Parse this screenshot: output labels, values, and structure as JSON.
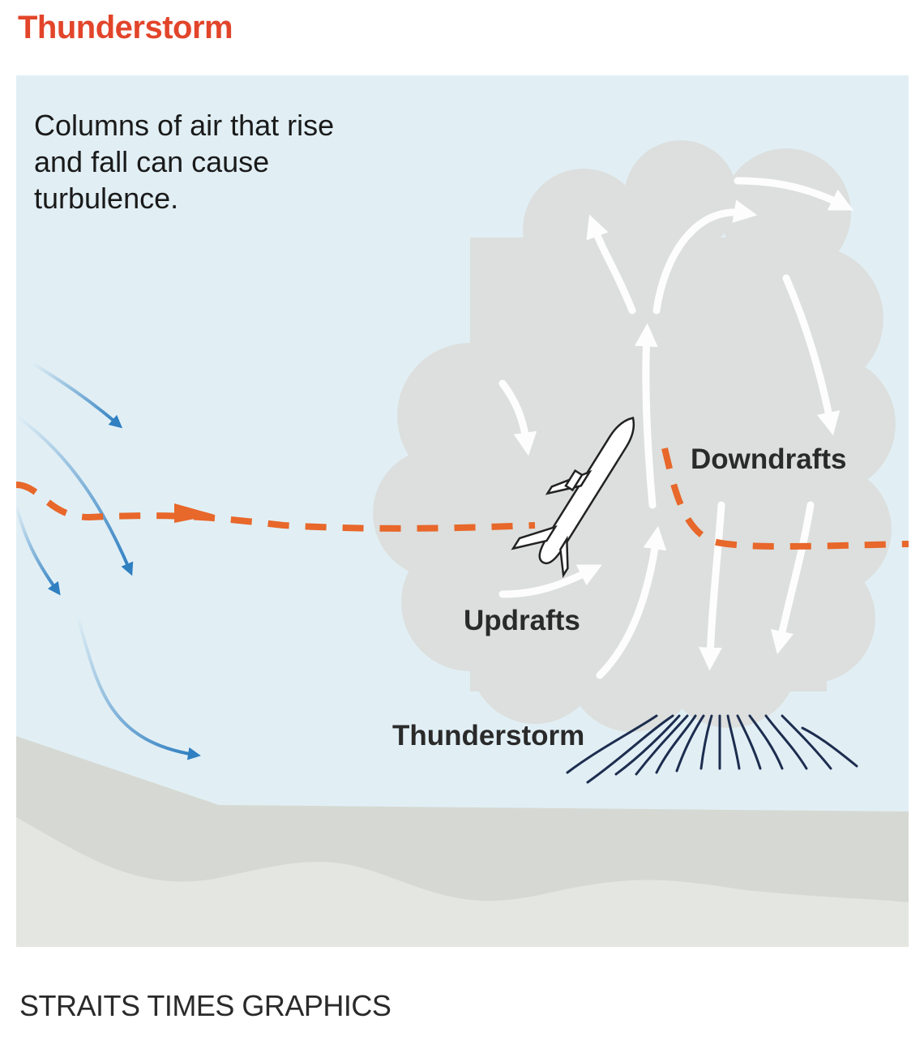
{
  "title": "Thunderstorm",
  "intro": "Columns of air that rise and fall can cause turbulence.",
  "labels": {
    "downdrafts": "Downdrafts",
    "updrafts": "Updrafts",
    "thunderstorm": "Thunderstorm"
  },
  "credit": "STRAITS TIMES GRAPHICS",
  "colors": {
    "title": "#e2452a",
    "sky": "#e1eff5",
    "cloud": "#dcdfdd",
    "ground": "#d6d9d3",
    "flight_path": "#e8672a",
    "wind": "#2f7fc1",
    "gust_lines": "#1d2d4f"
  }
}
